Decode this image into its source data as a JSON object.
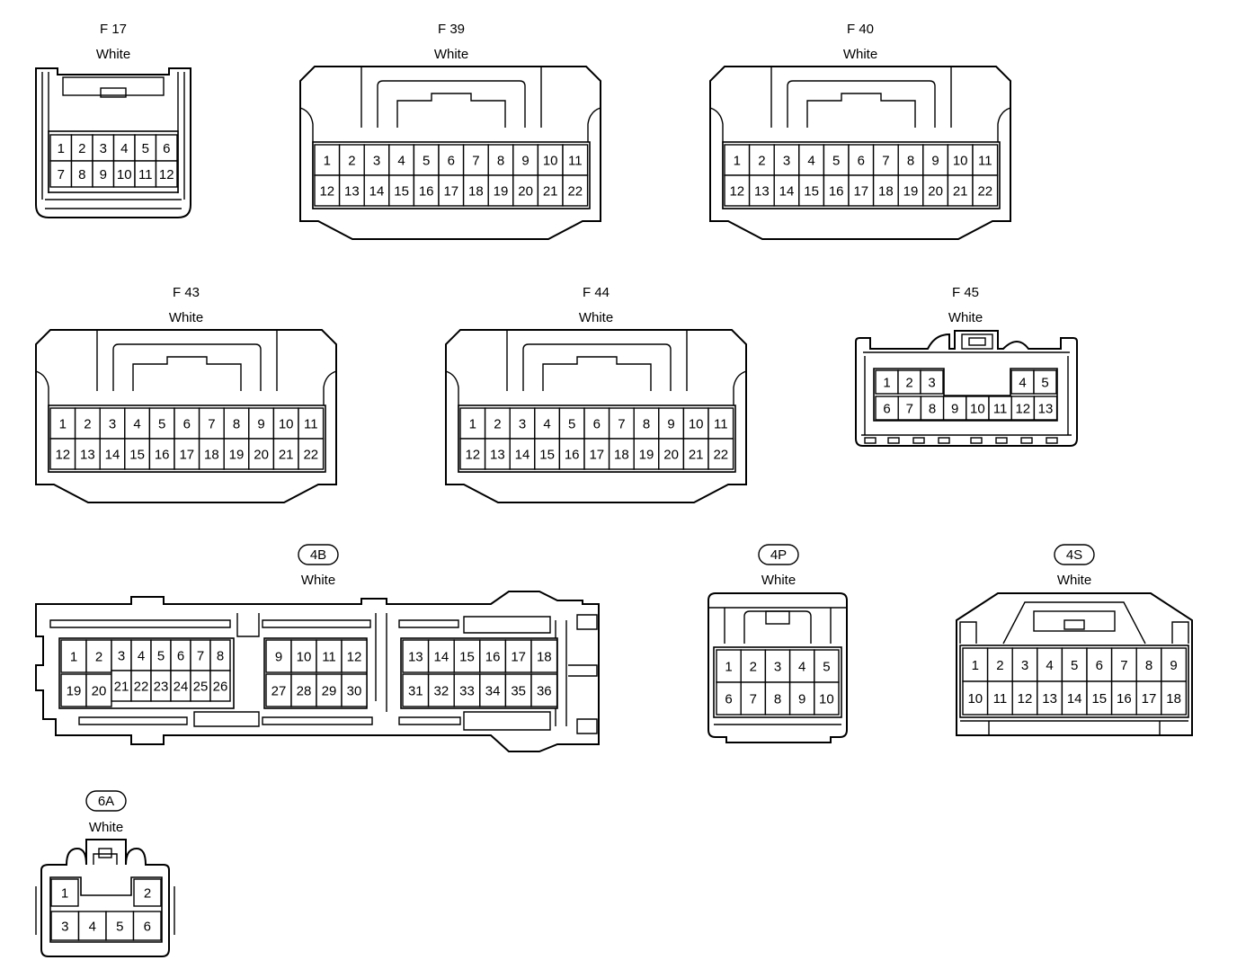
{
  "connectors": [
    {
      "id": "F 17",
      "color": "White",
      "boxed": false,
      "rows": [
        [
          "1",
          "2",
          "3",
          "4",
          "5",
          "6"
        ],
        [
          "7",
          "8",
          "9",
          "10",
          "11",
          "12"
        ]
      ]
    },
    {
      "id": "F 39",
      "color": "White",
      "boxed": false,
      "rows": [
        [
          "1",
          "2",
          "3",
          "4",
          "5",
          "6",
          "7",
          "8",
          "9",
          "10",
          "11"
        ],
        [
          "12",
          "13",
          "14",
          "15",
          "16",
          "17",
          "18",
          "19",
          "20",
          "21",
          "22"
        ]
      ]
    },
    {
      "id": "F 40",
      "color": "White",
      "boxed": false,
      "rows": [
        [
          "1",
          "2",
          "3",
          "4",
          "5",
          "6",
          "7",
          "8",
          "9",
          "10",
          "11"
        ],
        [
          "12",
          "13",
          "14",
          "15",
          "16",
          "17",
          "18",
          "19",
          "20",
          "21",
          "22"
        ]
      ]
    },
    {
      "id": "F 43",
      "color": "White",
      "boxed": false,
      "rows": [
        [
          "1",
          "2",
          "3",
          "4",
          "5",
          "6",
          "7",
          "8",
          "9",
          "10",
          "11"
        ],
        [
          "12",
          "13",
          "14",
          "15",
          "16",
          "17",
          "18",
          "19",
          "20",
          "21",
          "22"
        ]
      ]
    },
    {
      "id": "F 44",
      "color": "White",
      "boxed": false,
      "rows": [
        [
          "1",
          "2",
          "3",
          "4",
          "5",
          "6",
          "7",
          "8",
          "9",
          "10",
          "11"
        ],
        [
          "12",
          "13",
          "14",
          "15",
          "16",
          "17",
          "18",
          "19",
          "20",
          "21",
          "22"
        ]
      ]
    },
    {
      "id": "F 45",
      "color": "White",
      "boxed": false,
      "rows": [
        [
          "1",
          "2",
          "3",
          "4",
          "5"
        ],
        [
          "6",
          "7",
          "8",
          "9",
          "10",
          "11",
          "12",
          "13"
        ]
      ]
    },
    {
      "id": "4B",
      "color": "White",
      "boxed": true,
      "rows": [
        [
          "1",
          "2",
          "3",
          "4",
          "5",
          "6",
          "7",
          "8",
          "9",
          "10",
          "11",
          "12",
          "13",
          "14",
          "15",
          "16",
          "17",
          "18"
        ],
        [
          "19",
          "20",
          "21",
          "22",
          "23",
          "24",
          "25",
          "26",
          "27",
          "28",
          "29",
          "30",
          "31",
          "32",
          "33",
          "34",
          "35",
          "36"
        ]
      ]
    },
    {
      "id": "4P",
      "color": "White",
      "boxed": true,
      "rows": [
        [
          "1",
          "2",
          "3",
          "4",
          "5"
        ],
        [
          "6",
          "7",
          "8",
          "9",
          "10"
        ]
      ]
    },
    {
      "id": "4S",
      "color": "White",
      "boxed": true,
      "rows": [
        [
          "1",
          "2",
          "3",
          "4",
          "5",
          "6",
          "7",
          "8",
          "9"
        ],
        [
          "10",
          "11",
          "12",
          "13",
          "14",
          "15",
          "16",
          "17",
          "18"
        ]
      ]
    },
    {
      "id": "6A",
      "color": "White",
      "boxed": true,
      "rows": [
        [
          "1",
          "2"
        ],
        [
          "3",
          "4",
          "5",
          "6"
        ]
      ]
    }
  ]
}
